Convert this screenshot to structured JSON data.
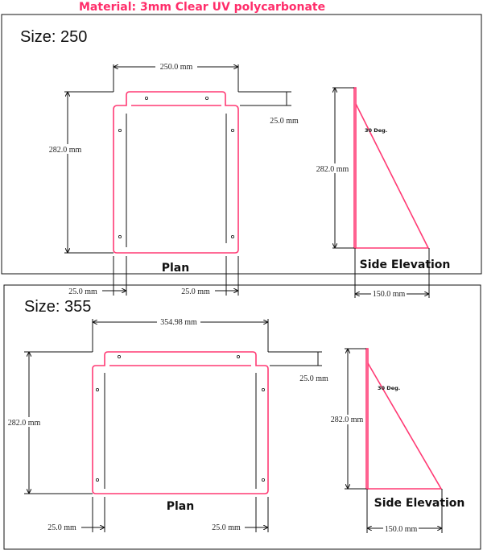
{
  "material": "Material: 3mm Clear UV polycarbonate",
  "accent_color": "#ff3a74",
  "panels": [
    {
      "title": "Size: 250",
      "plan_label": "Plan",
      "side_label": "Side Elevation",
      "angle_label": "30 Deg.",
      "width_dim": "250.0 mm",
      "height_dim": "282.0 mm",
      "tab_dim": "25.0 mm",
      "left_fold_dim": "25.0 mm",
      "right_fold_dim": "25.0 mm",
      "side_height_dim": "282.0 mm",
      "side_depth_dim": "150.0 mm"
    },
    {
      "title": "Size: 355",
      "plan_label": "Plan",
      "side_label": "Side Elevation",
      "angle_label": "30 Deg.",
      "width_dim": "354.98 mm",
      "height_dim": "282.0 mm",
      "tab_dim": "25.0 mm",
      "left_fold_dim": "25.0 mm",
      "right_fold_dim": "25.0 mm",
      "side_height_dim": "282.0 mm",
      "side_depth_dim": "150.0 mm"
    }
  ]
}
